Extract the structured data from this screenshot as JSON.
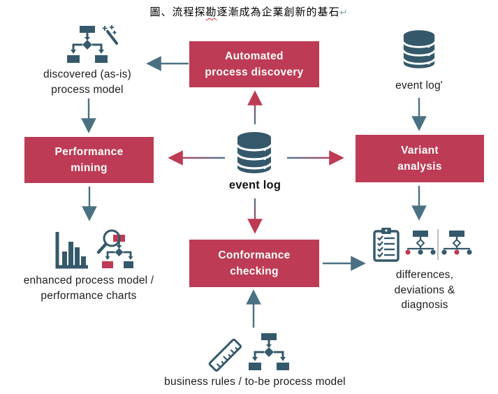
{
  "title": {
    "part1": "圖、流程探",
    "misspelled": "勘",
    "part2": "逐漸成為企業創新的基石",
    "paragraph_mark": "↵"
  },
  "colors": {
    "accent_red": "#bd3b54",
    "icon_teal": "#35596b",
    "arrow_teal": "#4a7183",
    "divider_gray": "#b9c0c4",
    "text_dark": "#1c1c1c"
  },
  "boxes": {
    "automated_process_discovery": {
      "line1": "Automated",
      "line2": "process discovery"
    },
    "performance_mining": {
      "line1": "Performance",
      "line2": "mining"
    },
    "variant_analysis": {
      "line1": "Variant",
      "line2": "analysis"
    },
    "conformance_checking": {
      "line1": "Conformance",
      "line2": "checking"
    }
  },
  "nodes": {
    "event_log_center": {
      "label": "event log",
      "icon": "database-icon"
    },
    "event_log_prime": {
      "label": "event log'",
      "icon": "database-icon"
    },
    "discovered_model": {
      "line1": "discovered (as-is)",
      "line2": "process model",
      "icons": [
        "process-model-icon",
        "magic-wand-icon"
      ]
    },
    "enhanced_model": {
      "line1": "enhanced process model /",
      "line2": "performance charts",
      "icons": [
        "bar-chart-icon",
        "magnifier-process-icon"
      ]
    },
    "differences": {
      "line1": "differences,",
      "line2": "deviations &",
      "line3": "diagnosis",
      "icons": [
        "checklist-icon",
        "variant-tree-icon",
        "variant-tree-icon"
      ]
    },
    "business_rules": {
      "label": "business rules / to-be process model",
      "icons": [
        "ruler-icon",
        "process-model-icon"
      ]
    }
  }
}
